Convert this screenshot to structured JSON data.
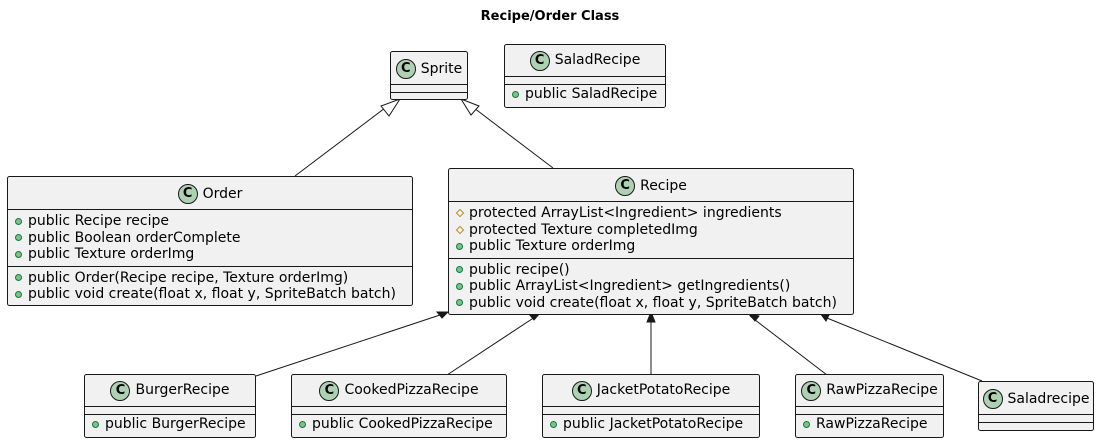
{
  "diagram": {
    "title": "Recipe/Order Class",
    "classes": {
      "sprite": {
        "name": "Sprite",
        "icon": "class-c-icon",
        "stereo": "C"
      },
      "saladrecipe_top": {
        "name": "SaladRecipe",
        "icon": "class-c-icon",
        "stereo": "C",
        "members": [
          {
            "vis": "public",
            "text": "public SaladRecipe"
          }
        ]
      },
      "order": {
        "name": "Order",
        "icon": "class-c-icon",
        "stereo": "C",
        "fields": [
          {
            "vis": "public",
            "text": "public Recipe recipe"
          },
          {
            "vis": "public",
            "text": "public Boolean orderComplete"
          },
          {
            "vis": "public",
            "text": "public Texture orderImg"
          }
        ],
        "methods": [
          {
            "vis": "public",
            "text": "public Order(Recipe recipe, Texture orderImg)"
          },
          {
            "vis": "public",
            "text": "public void create(float x, float y, SpriteBatch batch)"
          }
        ]
      },
      "recipe": {
        "name": "Recipe",
        "icon": "class-c-icon",
        "stereo": "C",
        "fields": [
          {
            "vis": "protected",
            "text": "protected ArrayList<Ingredient> ingredients"
          },
          {
            "vis": "protected",
            "text": "protected Texture completedImg"
          },
          {
            "vis": "public",
            "text": "public Texture orderImg"
          }
        ],
        "methods": [
          {
            "vis": "public",
            "text": "public recipe()"
          },
          {
            "vis": "public",
            "text": "public ArrayList<Ingredient> getIngredients()"
          },
          {
            "vis": "public",
            "text": "public void create(float x, float y, SpriteBatch batch)"
          }
        ]
      },
      "burger": {
        "name": "BurgerRecipe",
        "stereo": "C",
        "members": [
          {
            "vis": "public",
            "text": "public BurgerRecipe"
          }
        ]
      },
      "cooked": {
        "name": "CookedPizzaRecipe",
        "stereo": "C",
        "members": [
          {
            "vis": "public",
            "text": "public CookedPizzaRecipe"
          }
        ]
      },
      "jacket": {
        "name": "JacketPotatoRecipe",
        "stereo": "C",
        "members": [
          {
            "vis": "public",
            "text": "public JacketPotatoRecipe"
          }
        ]
      },
      "raw": {
        "name": "RawPizzaRecipe",
        "stereo": "C",
        "members": [
          {
            "vis": "public",
            "text": "RawPizzaRecipe"
          }
        ]
      },
      "saladrecipe_low": {
        "name": "Saladrecipe",
        "stereo": "C"
      }
    },
    "relations": [
      {
        "from": "Order",
        "to": "Sprite",
        "kind": "inheritance"
      },
      {
        "from": "Recipe",
        "to": "Sprite",
        "kind": "inheritance"
      },
      {
        "from": "BurgerRecipe",
        "to": "Recipe",
        "kind": "association"
      },
      {
        "from": "CookedPizzaRecipe",
        "to": "Recipe",
        "kind": "association"
      },
      {
        "from": "JacketPotatoRecipe",
        "to": "Recipe",
        "kind": "association"
      },
      {
        "from": "RawPizzaRecipe",
        "to": "Recipe",
        "kind": "association"
      },
      {
        "from": "Saladrecipe",
        "to": "Recipe",
        "kind": "association"
      }
    ],
    "colors": {
      "class_fill": "#f1f1f1",
      "border": "#181818",
      "stereo_circle": "#add1b2",
      "public_marker": "#84be84",
      "protected_marker": "#b38d22"
    }
  }
}
